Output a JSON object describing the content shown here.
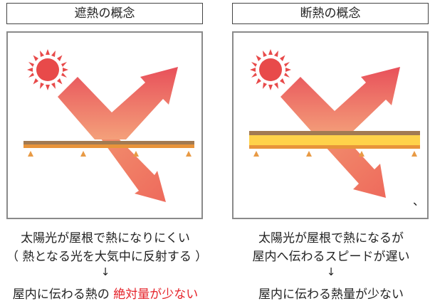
{
  "left_panel": {
    "title": "遮熱の概念",
    "caption_line1": "太陽光が屋根で熱になりにくい",
    "caption_line2": "（ 熱となる光を大気中に反射する ）",
    "arrow_symbol": "↓",
    "result_prefix": "屋内に伝わる熱の ",
    "result_highlight": "絶対量が少ない"
  },
  "right_panel": {
    "title": "断熱の概念",
    "caption_line1": "太陽光が屋根で熱になるが",
    "caption_line2": "屋内へ伝わるスピードが遅い",
    "arrow_symbol": "↓",
    "result_text": "屋内に伝わる熱量が少ない",
    "stray_mark": "、"
  },
  "colors": {
    "highlight": "#e5242b",
    "sun": "#e84a4a",
    "arrow_light": "#f4a07a",
    "arrow_dark": "#e8505a",
    "roof_brown": "#a27a52",
    "roof_orange": "#e8943a",
    "insulation": "#ffd24a",
    "support": "#e89a45"
  },
  "icons": [
    "sun-icon",
    "reflect-arrow-icon",
    "pass-arrow-icon",
    "support-triangle-icon"
  ]
}
